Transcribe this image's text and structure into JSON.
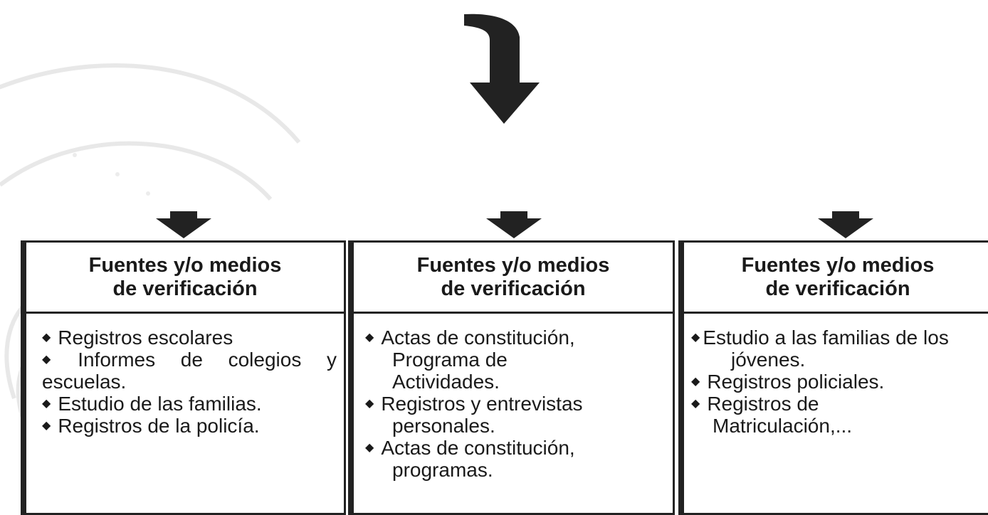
{
  "colors": {
    "ink": "#222222",
    "watermark": "#e6e6e6"
  },
  "icons": {
    "main_arrow": "curved-down-arrow-icon",
    "column_arrow": "down-arrow-icon",
    "bullet": "diamond-bullet-icon"
  },
  "columns": [
    {
      "title_line1": "Fuentes y/o medios",
      "title_line2": "de verificación",
      "items": [
        {
          "lines": [
            "Registros escolares"
          ]
        },
        {
          "lines": [
            "Informes de colegios y",
            "escuelas."
          ]
        },
        {
          "lines": [
            "Estudio de las familias."
          ]
        },
        {
          "lines": [
            "Registros de la policía."
          ]
        }
      ]
    },
    {
      "title_line1": "Fuentes y/o medios",
      "title_line2": "de verificación",
      "items": [
        {
          "lines": [
            "Actas de constitución,",
            "Programa de",
            "Actividades."
          ]
        },
        {
          "lines": [
            "Registros y entrevistas",
            "personales."
          ]
        },
        {
          "lines": [
            "Actas de constitución,",
            "programas."
          ]
        }
      ]
    },
    {
      "title_line1": "Fuentes y/o medios",
      "title_line2": "de verificación",
      "items": [
        {
          "lines": [
            "Estudio a las familias de los",
            "jóvenes."
          ]
        },
        {
          "lines": [
            "Registros policiales."
          ]
        },
        {
          "lines": [
            "Registros de",
            "Matriculación,..."
          ]
        }
      ]
    }
  ]
}
